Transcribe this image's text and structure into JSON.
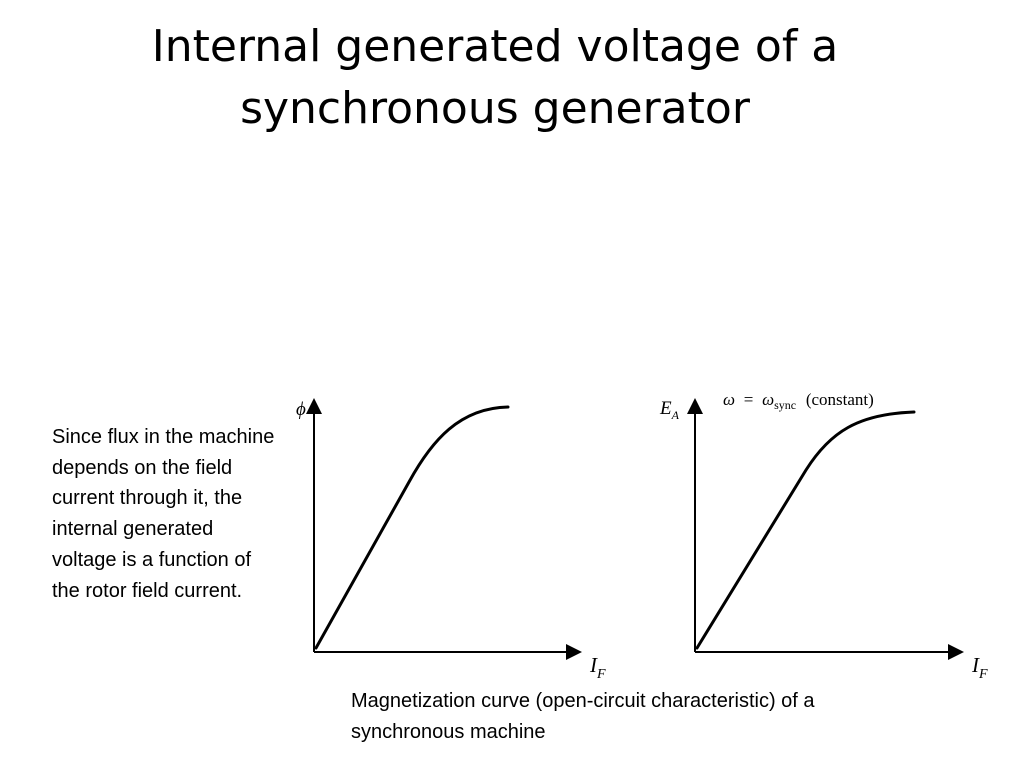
{
  "slide": {
    "title_line1": "Internal generated voltage of a",
    "title_line2": "synchronous generator",
    "description": "Since flux in the machine depends on the field current through it, the internal generated voltage is a function of the rotor field current.",
    "caption_line1": "Magnetization curve (open-circuit characteristic) of a",
    "caption_line2": "synchronous machine"
  },
  "diagrams": {
    "flux_plot": {
      "y_axis_label": "ϕ",
      "x_axis_label": "I",
      "x_axis_subscript": "F"
    },
    "voltage_plot": {
      "y_axis_label": "E",
      "y_axis_subscript": "A",
      "x_axis_label": "I",
      "x_axis_subscript": "F",
      "condition_omega": "ω",
      "condition_equals": "=",
      "condition_omega_sync": "ω",
      "condition_sync_subscript": "sync",
      "condition_note": "(constant)"
    }
  }
}
